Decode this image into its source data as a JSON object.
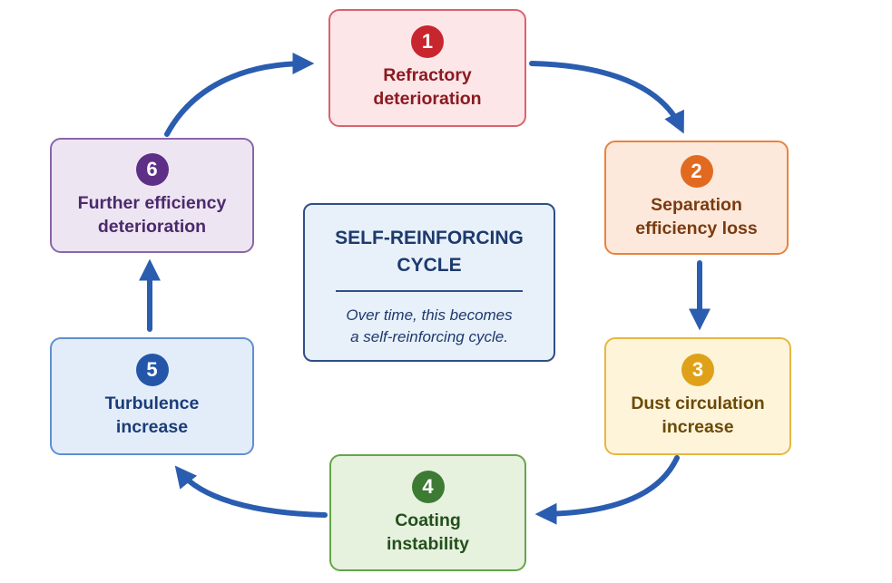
{
  "diagram": {
    "arrow_color": "#2a5db0",
    "nodes": [
      {
        "number": "1",
        "lines": [
          "Refractory",
          "deterioration"
        ],
        "color": "#c8262f"
      },
      {
        "number": "2",
        "lines": [
          "Separation",
          "efficiency loss"
        ],
        "color": "#e26a20"
      },
      {
        "number": "3",
        "lines": [
          "Dust circulation",
          "increase"
        ],
        "color": "#dfa118"
      },
      {
        "number": "4",
        "lines": [
          "Coating",
          "instability"
        ],
        "color": "#3d7a33"
      },
      {
        "number": "5",
        "lines": [
          "Turbulence",
          "increase"
        ],
        "color": "#2356a8"
      },
      {
        "number": "6",
        "lines": [
          "Further efficiency",
          "deterioration"
        ],
        "color": "#5e2f86"
      }
    ],
    "center": {
      "title_lines": [
        "SELF-REINFORCING",
        "CYCLE"
      ],
      "caption_lines": [
        "Over time, this becomes",
        "a self-reinforcing cycle."
      ]
    }
  }
}
